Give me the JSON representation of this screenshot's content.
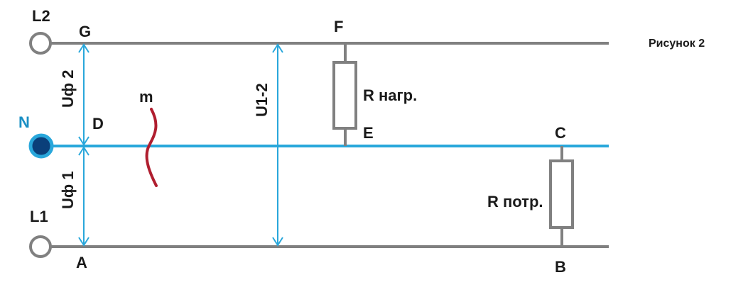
{
  "caption": "Рисунок 2",
  "terminals": {
    "l2": "L2",
    "n": "N",
    "l1": "L1"
  },
  "points": {
    "g": "G",
    "f": "F",
    "d": "D",
    "e": "E",
    "c": "C",
    "a": "A",
    "b": "B"
  },
  "voltages": {
    "uf2": "Uф 2",
    "uf1": "Uф 1",
    "u12": "U1-2"
  },
  "resistors": {
    "load": "R нагр.",
    "consumer": "R потр."
  },
  "marker": "m",
  "colors": {
    "wire": "#808080",
    "neutral": "#29a7db",
    "neutral_fill": "#0a3f7a",
    "wave": "#b01e2f"
  }
}
